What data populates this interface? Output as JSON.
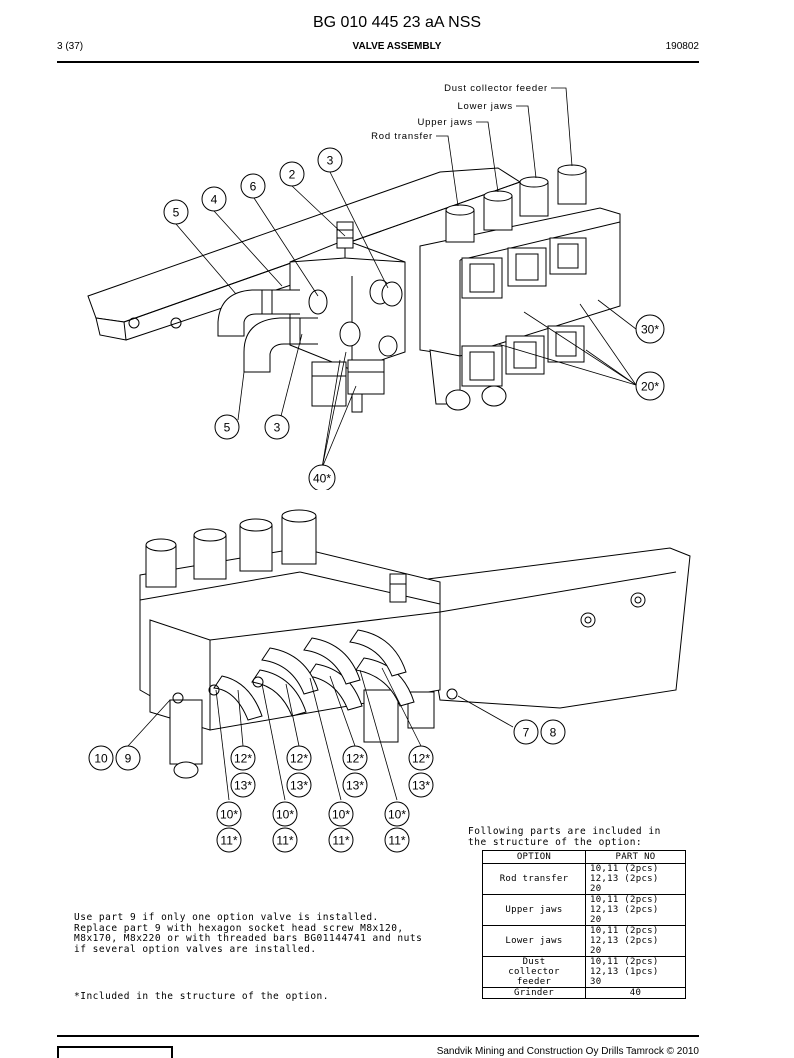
{
  "header": {
    "doc_id": "BG 010 445 23 aA NSS",
    "page": "3 (37)",
    "title": "VALVE ASSEMBLY",
    "date": "190802"
  },
  "callouts_top": {
    "dust_collector_feeder": "Dust collector feeder",
    "lower_jaws": "Lower jaws",
    "upper_jaws": "Upper jaws",
    "rod_transfer": "Rod transfer"
  },
  "balloons_top": [
    "3",
    "2",
    "6",
    "4",
    "5",
    "30*",
    "20*",
    "5",
    "3",
    "40*"
  ],
  "balloons_bottom": [
    "7",
    "8",
    "10",
    "9",
    "12*",
    "12*",
    "12*",
    "12*",
    "13*",
    "13*",
    "13*",
    "13*",
    "10*",
    "10*",
    "10*",
    "10*",
    "11*",
    "11*",
    "11*",
    "11*"
  ],
  "options_note": [
    "Following parts are included in",
    "the structure of the option:"
  ],
  "options_table": {
    "headers": [
      "OPTION",
      "PART NO"
    ],
    "rows": [
      {
        "option": [
          "Rod transfer"
        ],
        "parts": [
          "10,11 (2pcs)",
          "12,13 (2pcs)",
          "20"
        ]
      },
      {
        "option": [
          "Upper jaws"
        ],
        "parts": [
          "10,11 (2pcs)",
          "12,13 (2pcs)",
          "20"
        ]
      },
      {
        "option": [
          "Lower jaws"
        ],
        "parts": [
          "10,11 (2pcs)",
          "12,13 (2pcs)",
          "20"
        ]
      },
      {
        "option": [
          "Dust",
          "collector",
          "feeder"
        ],
        "parts": [
          "10,11 (2pcs)",
          "12,13 (1pcs)",
          "30"
        ]
      },
      {
        "option": [
          "Grinder"
        ],
        "parts": [
          "40"
        ]
      }
    ]
  },
  "usage_note": [
    "Use part 9 if only one option valve is installed.",
    "Replace part 9 with hexagon socket head screw M8x120,",
    "M8x170, M8x220 or with threaded bars BG01144741 and nuts",
    "if several option valves are installed."
  ],
  "included_note": "*Included in the structure of the option.",
  "footer": {
    "text": "Sandvik Mining and Construction Oy Drills Tamrock © 2010"
  }
}
